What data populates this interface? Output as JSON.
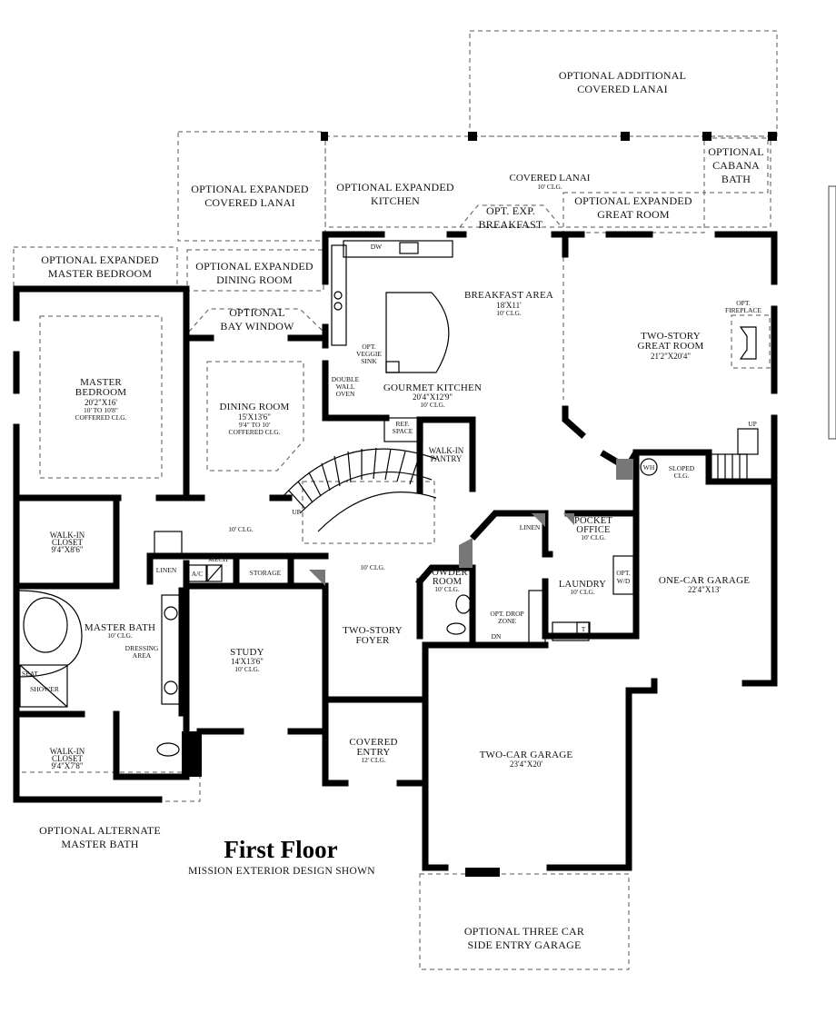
{
  "title": "First Floor",
  "subtitle": "MISSION EXTERIOR DESIGN SHOWN",
  "optional_areas": {
    "additional_lanai": [
      "OPTIONAL ADDITIONAL",
      "COVERED LANAI"
    ],
    "cabana_bath": [
      "OPTIONAL",
      "CABANA",
      "BATH"
    ],
    "expanded_covered_lanai": [
      "OPTIONAL EXPANDED",
      "COVERED LANAI"
    ],
    "expanded_kitchen": [
      "OPTIONAL EXPANDED",
      "KITCHEN"
    ],
    "expanded_great_room": [
      "OPTIONAL EXPANDED",
      "GREAT ROOM"
    ],
    "expanded_master_bedroom": [
      "OPTIONAL EXPANDED",
      "MASTER BEDROOM"
    ],
    "expanded_dining_room": [
      "OPTIONAL EXPANDED",
      "DINING ROOM"
    ],
    "bay_window": [
      "OPTIONAL",
      "BAY WINDOW"
    ],
    "opt_exp_breakfast": [
      "OPT. EXP.",
      "BREAKFAST"
    ],
    "alternate_master_bath": [
      "OPTIONAL ALTERNATE",
      "MASTER BATH"
    ],
    "three_car_garage": [
      "OPTIONAL THREE CAR",
      "SIDE ENTRY GARAGE"
    ]
  },
  "rooms": {
    "covered_lanai": {
      "name": "COVERED LANAI",
      "ceiling": "10' CLG."
    },
    "breakfast_area": {
      "name": "BREAKFAST AREA",
      "dims": "18'X11'",
      "ceiling": "10' CLG."
    },
    "great_room": {
      "name1": "TWO-STORY",
      "name2": "GREAT ROOM",
      "dims": "21'2\"X20'4\""
    },
    "master_bedroom": {
      "name1": "MASTER",
      "name2": "BEDROOM",
      "dims": "20'2\"X16'",
      "ceiling1": "10' TO 10'8\"",
      "ceiling2": "COFFERED CLG."
    },
    "dining_room": {
      "name": "DINING ROOM",
      "dims": "15'X13'6\"",
      "ceiling1": "9'4\" TO 10'",
      "ceiling2": "COFFERED CLG."
    },
    "gourmet_kitchen": {
      "name": "GOURMET KITCHEN",
      "dims": "20'4\"X12'9\"",
      "ceiling": "10' CLG."
    },
    "walkin_pantry": [
      "WALK-IN",
      "PANTRY"
    ],
    "walkin_closet_1": {
      "name1": "WALK-IN",
      "name2": "CLOSET",
      "dims": "9'4\"X8'6\""
    },
    "walkin_closet_2": {
      "name1": "WALK-IN",
      "name2": "CLOSET",
      "dims": "9'4\"X7'8\""
    },
    "master_bath": {
      "name": "MASTER BATH",
      "ceiling": "10' CLG."
    },
    "study": {
      "name": "STUDY",
      "dims": "14'X13'6\"",
      "ceiling": "10' CLG."
    },
    "foyer": [
      "TWO-STORY",
      "FOYER"
    ],
    "covered_entry": {
      "name1": "COVERED",
      "name2": "ENTRY",
      "ceiling": "12' CLG."
    },
    "powder_room": {
      "name1": "POWDER",
      "name2": "ROOM",
      "ceiling": "10' CLG."
    },
    "pocket_office": {
      "name1": "POCKET",
      "name2": "OFFICE",
      "ceiling": "10' CLG."
    },
    "laundry": {
      "name": "LAUNDRY",
      "ceiling": "10' CLG."
    },
    "one_car_garage": {
      "name": "ONE-CAR GARAGE",
      "dims": "22'4\"X13'"
    },
    "two_car_garage": {
      "name": "TWO-CAR GARAGE",
      "dims": "23'4\"X20'"
    },
    "hall_clg_1": "10' CLG.",
    "hall_clg_2": "10' CLG."
  },
  "fixtures": {
    "ref_space": [
      "REF.",
      "SPACE"
    ],
    "double_wall_oven": [
      "DOUBLE",
      "WALL",
      "OVEN"
    ],
    "veggie_sink": [
      "OPT.",
      "VEGGIE",
      "SINK"
    ],
    "dw": "DW",
    "opt_fireplace": [
      "OPT.",
      "FIREPLACE"
    ],
    "sloped_clg": [
      "SLOPED",
      "CLG."
    ],
    "wh": "WH",
    "linen_1": "LINEN",
    "linen_2": "LINEN",
    "mech": "MECH",
    "ac": "A/C",
    "storage": "STORAGE",
    "dressing_area": [
      "DRESSING",
      "AREA"
    ],
    "seat": "SEAT",
    "shower": "SHOWER",
    "opt_wd": [
      "OPT.",
      "W/D"
    ],
    "opt_drop_zone": [
      "OPT. DROP",
      "ZONE"
    ],
    "t": "T",
    "up_1": "UP",
    "up_2": "UP",
    "dn": "DN"
  }
}
